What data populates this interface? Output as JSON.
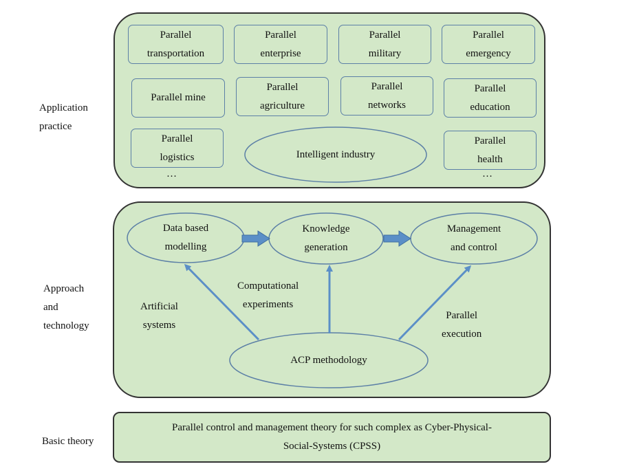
{
  "layers": [
    {
      "label": "Application\npractice"
    },
    {
      "label": "Approach\nand\ntechnology"
    },
    {
      "label": "Basic theory"
    }
  ],
  "applications": [
    "Parallel\ntransportation",
    "Parallel\nenterprise",
    "Parallel\nmilitary",
    "Parallel\nemergency",
    "Parallel mine",
    "Parallel\nagriculture",
    "Parallel\nnetworks",
    "Parallel\neducation",
    "Parallel\nlogistics",
    "Parallel\nhealth"
  ],
  "intelligent_industry": "Intelligent industry",
  "ellipsis": "…",
  "approach": {
    "nodes": [
      "Data based\nmodelling",
      "Knowledge\ngeneration",
      "Management\nand control"
    ],
    "acp": "ACP methodology",
    "arrow_labels": [
      "Artificial\nsystems",
      "Computational\nexperiments",
      "Parallel\nexecution"
    ]
  },
  "basic_theory": "Parallel control and management theory for such complex as Cyber-Physical-\nSocial-Systems (CPSS)",
  "colors": {
    "panel_fill": "#d3e8c8",
    "outline": "#5b7fa6",
    "arrow": "#5b8fc7"
  }
}
